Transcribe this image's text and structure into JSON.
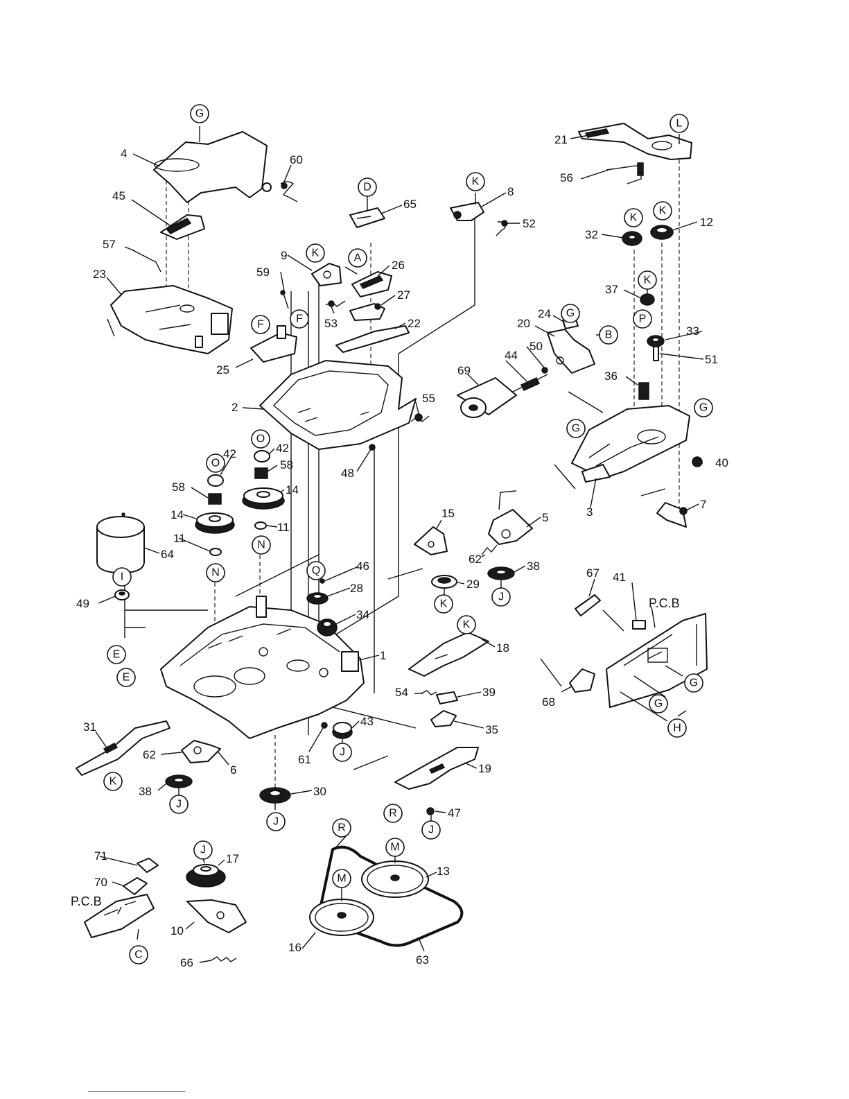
{
  "parts": {
    "p1": "1",
    "p2": "2",
    "p3": "3",
    "p4": "4",
    "p5": "5",
    "p6": "6",
    "p7": "7",
    "p8": "8",
    "p9": "9",
    "p10": "10",
    "p11a": "11",
    "p11b": "11",
    "p12": "12",
    "p13": "13",
    "p14a": "14",
    "p14b": "14",
    "p15": "15",
    "p16": "16",
    "p17": "17",
    "p18": "18",
    "p19": "19",
    "p20": "20",
    "p21": "21",
    "p22": "22",
    "p23": "23",
    "p24": "24",
    "p25": "25",
    "p26": "26",
    "p27": "27",
    "p28": "28",
    "p29": "29",
    "p30": "30",
    "p31": "31",
    "p32": "32",
    "p33": "33",
    "p34": "34",
    "p35": "35",
    "p36": "36",
    "p37": "37",
    "p38a": "38",
    "p38b": "38",
    "p39": "39",
    "p40": "40",
    "p41": "41",
    "p42a": "42",
    "p42b": "42",
    "p43": "43",
    "p44": "44",
    "p45": "45",
    "p46": "46",
    "p47": "47",
    "p48": "48",
    "p49": "49",
    "p50": "50",
    "p51": "51",
    "p52": "52",
    "p53": "53",
    "p54": "54",
    "p55": "55",
    "p56": "56",
    "p57": "57",
    "p58a": "58",
    "p58b": "58",
    "p59": "59",
    "p60": "60",
    "p61": "61",
    "p62a": "62",
    "p62b": "62",
    "p63": "63",
    "p64": "64",
    "p65": "65",
    "p66": "66",
    "p67": "67",
    "p68": "68",
    "p69": "69",
    "p70": "70",
    "p71": "71"
  },
  "refs": {
    "G1": "G",
    "L1": "L",
    "D1": "D",
    "K1": "K",
    "K2": "K",
    "K3": "K",
    "K4": "K",
    "K5": "K",
    "A1": "A",
    "F1": "F",
    "F2": "F",
    "G2": "G",
    "B1": "B",
    "P1": "P",
    "G3": "G",
    "G4": "G",
    "O1": "O",
    "O2": "O",
    "N1": "N",
    "N2": "N",
    "I1": "I",
    "E1": "E",
    "E2": "E",
    "Q1": "Q",
    "K6": "K",
    "K7": "K",
    "J1": "J",
    "K8": "K",
    "J2": "J",
    "J3": "J",
    "J4": "J",
    "J5": "J",
    "G5": "G",
    "G6": "G",
    "H1": "H",
    "R1": "R",
    "R2": "R",
    "M1": "M",
    "M2": "M",
    "J6": "J",
    "C1": "C"
  },
  "pcb_labels": {
    "right": "P.C.B",
    "left": "P.C.B"
  }
}
